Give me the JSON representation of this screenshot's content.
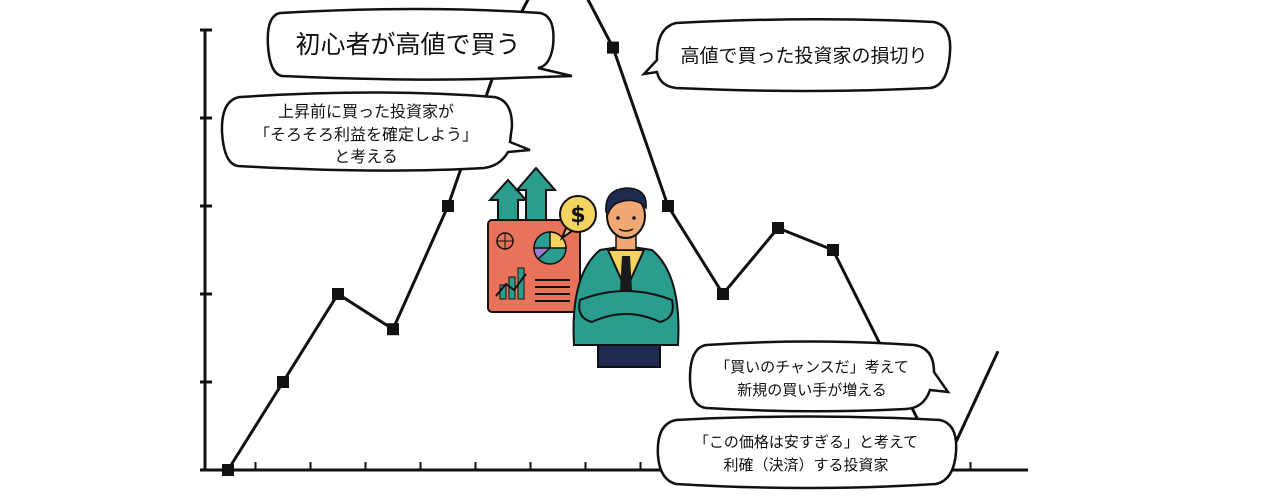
{
  "chart_data": {
    "type": "line",
    "title": "",
    "xlabel": "",
    "ylabel": "",
    "x": [
      0,
      1,
      2,
      3,
      4,
      5,
      6,
      7,
      8,
      9,
      10,
      11,
      12,
      13,
      14
    ],
    "values": [
      0.0,
      1.0,
      2.0,
      1.6,
      3.0,
      4.8,
      6.0,
      4.8,
      3.0,
      2.0,
      2.75,
      2.5,
      1.25,
      0.0,
      1.35
    ],
    "marked_points": [
      true,
      true,
      true,
      true,
      true,
      true,
      true,
      true,
      true,
      true,
      true,
      true,
      true,
      true,
      false
    ],
    "ylim": [
      0,
      5
    ],
    "grid": false,
    "line_color": "#111111"
  },
  "annotations": {
    "beginners": "初心者が高値で買う",
    "stop_loss": "高値で買った投資家の損切り",
    "profit_taking": [
      "上昇前に買った投資家が",
      "「そろそろ利益を確定しよう」",
      "と考える"
    ],
    "new_buyers": [
      "「買いのチャンスだ」考えて",
      "新規の買い手が増える"
    ],
    "cheap_sellers": [
      "「この価格は安すぎる」と考えて",
      "利確（決済）する投資家"
    ]
  },
  "illustration": {
    "icon": "investor-with-dashboard-icon",
    "dollar_symbol": "$",
    "colors": {
      "board": "#e8735a",
      "arrows": "#2a9d8f",
      "jacket": "#2a9d8f",
      "shirt": "#f4d35e",
      "coin": "#f4d35e"
    }
  }
}
